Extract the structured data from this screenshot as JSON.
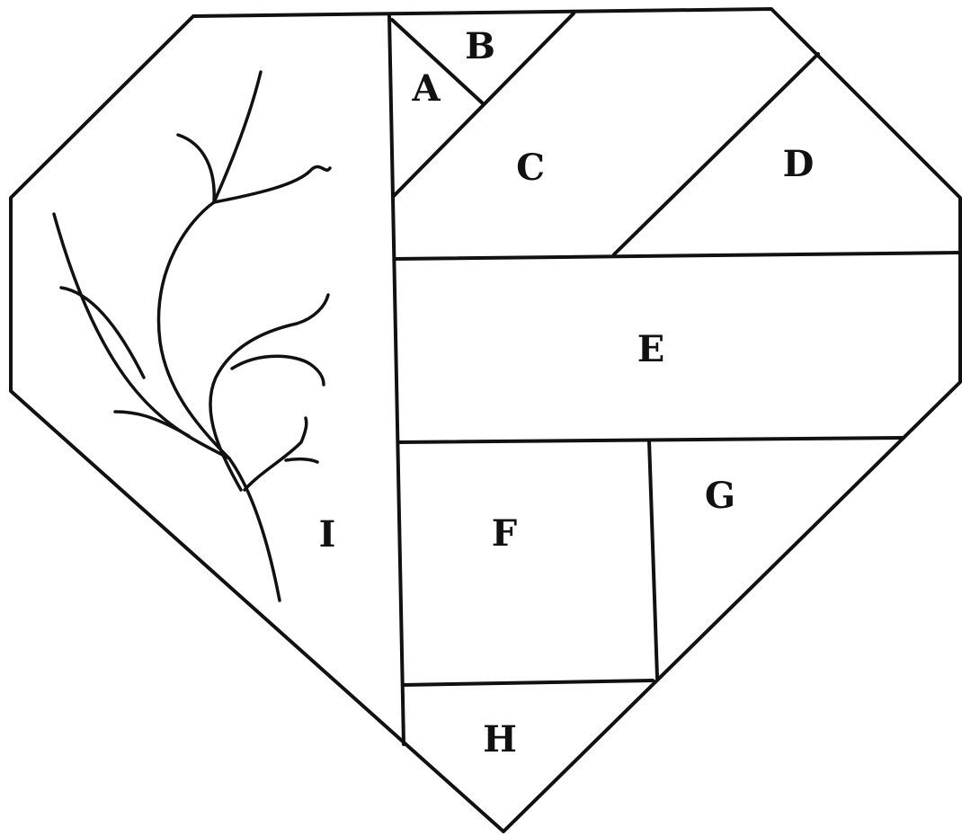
{
  "diagram": {
    "pieces": [
      {
        "id": "A",
        "label": "A"
      },
      {
        "id": "B",
        "label": "B"
      },
      {
        "id": "C",
        "label": "C"
      },
      {
        "id": "D",
        "label": "D"
      },
      {
        "id": "E",
        "label": "E"
      },
      {
        "id": "F",
        "label": "F"
      },
      {
        "id": "G",
        "label": "G"
      },
      {
        "id": "H",
        "label": "H"
      },
      {
        "id": "I",
        "label": "I"
      }
    ],
    "colors": {
      "line": "#111111",
      "background": "#ffffff"
    }
  }
}
